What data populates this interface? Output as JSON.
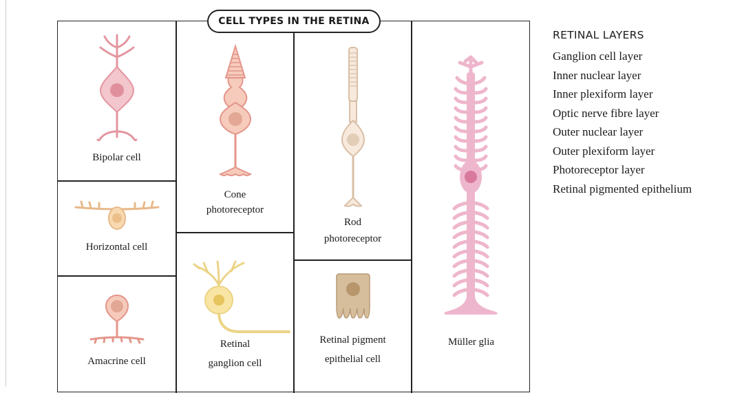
{
  "title": "CELL TYPES IN THE RETINA",
  "cells": {
    "bipolar": "Bipolar cell",
    "horizontal": "Horizontal cell",
    "amacrine": "Amacrine cell",
    "cone": [
      "Cone",
      "photoreceptor"
    ],
    "ganglion": [
      "Retinal",
      "ganglion cell"
    ],
    "rod": [
      "Rod",
      "photoreceptor"
    ],
    "rpe": [
      "Retinal pigment",
      "epithelial cell"
    ],
    "muller": "Müller glia"
  },
  "layers": {
    "heading": "RETINAL LAYERS",
    "items": [
      "Ganglion cell layer",
      "Inner nuclear layer",
      "Inner plexiform layer",
      "Optic nerve fibre layer",
      "Outer nuclear layer",
      "Outer plexiform layer",
      "Photoreceptor layer",
      "Retinal pigmented epithelium"
    ]
  },
  "colors": {
    "pink": "#f2c6cc",
    "pink_nucleus": "#e0909c",
    "salmon": "#f6cbbb",
    "salmon_stroke": "#e4958a",
    "salmon_nucleus": "#e3a796",
    "peach": "#f8d9b0",
    "yellow": "#f8e5a4",
    "cream": "#f7e9dc",
    "tan": "#d6bd9c",
    "magenta": "#eeb6cc",
    "magenta_nucleus": "#d9799c"
  }
}
